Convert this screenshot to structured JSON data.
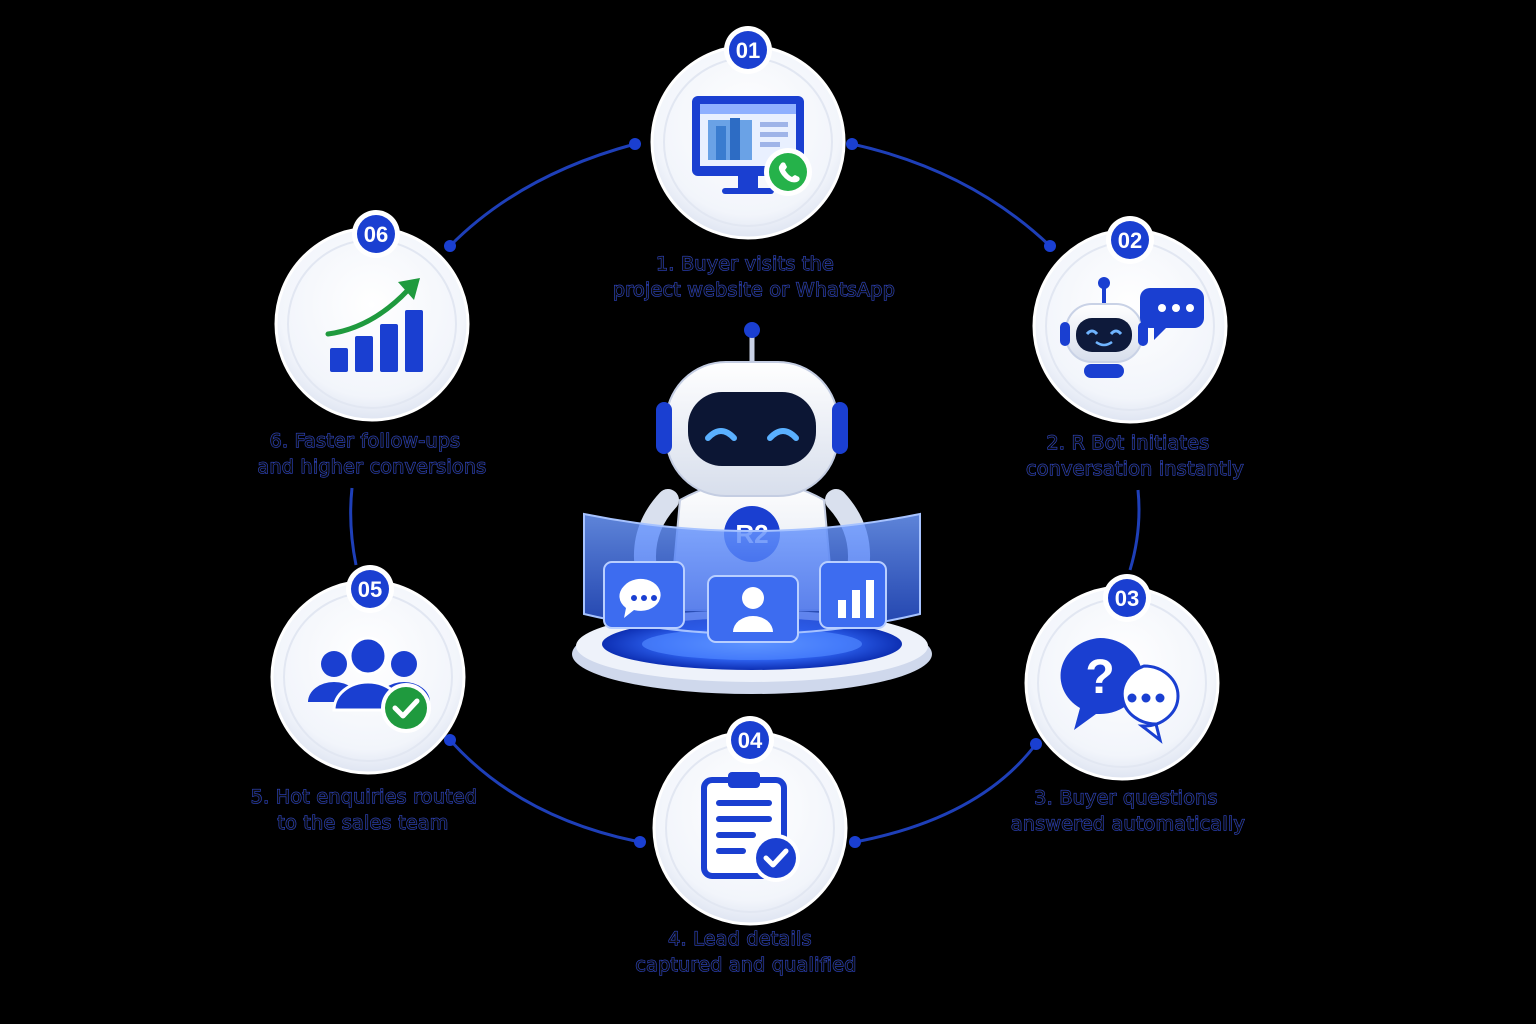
{
  "steps": [
    {
      "number": "01",
      "line1": "1. Buyer visits the",
      "line2": "project website or WhatsApp",
      "icon": "website-whatsapp-icon"
    },
    {
      "number": "02",
      "line1": "2. R Bot initiates",
      "line2": "conversation instantly",
      "icon": "chatbot-icon"
    },
    {
      "number": "03",
      "line1": "3. Buyer questions",
      "line2": "answered automatically",
      "icon": "question-chat-icon"
    },
    {
      "number": "04",
      "line1": "4. Lead details",
      "line2": "captured and qualified",
      "icon": "clipboard-check-icon"
    },
    {
      "number": "05",
      "line1": "5. Hot enquiries routed",
      "line2": "to the sales team",
      "icon": "team-check-icon"
    },
    {
      "number": "06",
      "line1": "6. Faster follow-ups",
      "line2": "and higher conversions",
      "icon": "growth-chart-icon"
    }
  ],
  "robot": {
    "label": "R2"
  },
  "colors": {
    "accent": "#1a3fd1",
    "ring": "#1e3fb8",
    "success": "#1f9a3e",
    "background": "#000000"
  }
}
